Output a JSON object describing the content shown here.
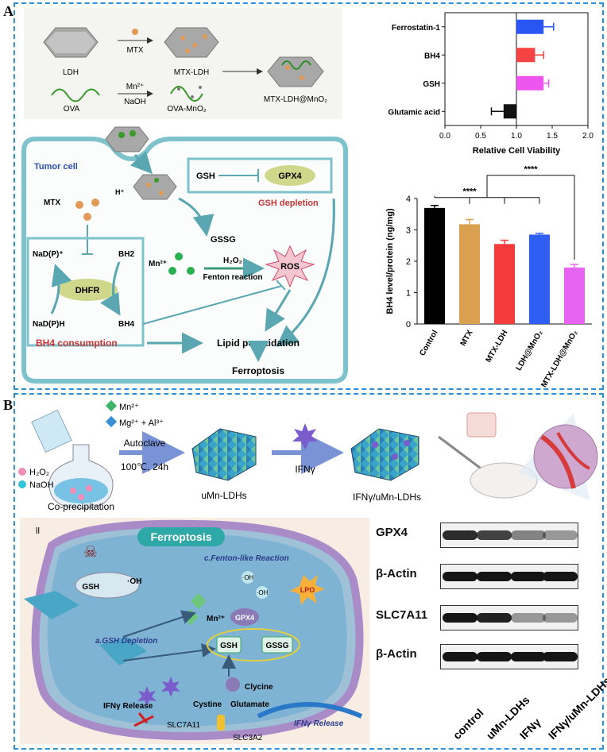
{
  "panels": {
    "a": "A",
    "b": "B"
  },
  "synthesis_a": {
    "ldh": "LDH",
    "mtx": "MTX",
    "mtx_ldh": "MTX-LDH",
    "ova": "OVA",
    "reagents": [
      "Mn²⁺",
      "NaOH"
    ],
    "ova_mno2": "OVA-MnO₂",
    "product": "MTX-LDH@MnO₂"
  },
  "mechanism_a": {
    "tumor_cell": "Tumor cell",
    "h_plus": "H⁺",
    "mtx": "MTX",
    "gsh": "GSH",
    "gpx4": "GPX4",
    "gsh_depletion": "GSH depletion",
    "gssg": "GSSG",
    "nadp_plus": "NaD(P)⁺",
    "bh2": "BH2",
    "dhfr": "DHFR",
    "nadph": "NaD(P)H",
    "bh4": "BH4",
    "mn": "Mn²⁺",
    "h2o2": "H₂O₂",
    "fenton": "Fenton reaction",
    "ros": "ROS",
    "bh4_consumption": "BH4 consumption",
    "lipid": "Lipid peroxidation",
    "ferroptosis": "Ferroptosis"
  },
  "chart_data": [
    {
      "type": "bar",
      "orientation": "horizontal",
      "categories": [
        "Ferrostatin-1",
        "BH4",
        "GSH",
        "Glutamic acid"
      ],
      "values": [
        1.38,
        1.26,
        1.38,
        0.82
      ],
      "errors": [
        0.14,
        0.12,
        0.07,
        0.17
      ],
      "colors": [
        "#2a56f5",
        "#f54242",
        "#ee55ee",
        "#111111"
      ],
      "xlabel": "Relative Cell Viability",
      "xlim": [
        0,
        2.0
      ],
      "xticks": [
        "0.0",
        "0.5",
        "1.0",
        "1.5",
        "2.0"
      ],
      "reference_line": 1.0
    },
    {
      "type": "bar",
      "categories": [
        "Control",
        "MTX",
        "MTX-LDH",
        "LDH@MnO₂",
        "MTX-LDH@MnO₂"
      ],
      "values": [
        3.7,
        3.18,
        2.55,
        2.85,
        1.8
      ],
      "errors": [
        0.08,
        0.15,
        0.12,
        0.04,
        0.1
      ],
      "colors": [
        "#000000",
        "#d9a04f",
        "#f43c3c",
        "#2f5ef5",
        "#e664ef"
      ],
      "ylabel": "BH4 level/protein (ng/mg)",
      "ylim": [
        0,
        4
      ],
      "yticks": [
        "0",
        "1",
        "2",
        "3",
        "4"
      ],
      "significance": [
        "****",
        "****"
      ]
    }
  ],
  "synthesis_b": {
    "mn": "Mn²⁺",
    "mg_al": "Mg²⁺ + Al³⁺",
    "h2o2": "H₂O₂",
    "naoh": "NaOH",
    "coprecip": "Co-precipitation",
    "autoclave": "Autoclave",
    "conditions": "100℃, 24h",
    "umn": "uMn-LDHs",
    "ifn": "IFNγ",
    "ifn_umn": "IFNγ/uMn-LDHs"
  },
  "mechanism_b": {
    "ferroptosis": "Ferroptosis",
    "corner": "ll",
    "fenton_like": "c.Fenton-like Reaction",
    "oh": "·OH",
    "gsh": "GSH",
    "mn": "Mn²⁺",
    "gpx4": "GPX4",
    "lpo": "LPO",
    "gsh_depletion": "a.GSH Depletion",
    "gssg": "GSSG",
    "glycine": "Clycine",
    "ifn_release": "IFNγ Release",
    "cystine": "Cystine",
    "glutamate": "Glutamate",
    "slc7a11": "SLC7A11",
    "slc3a2": "SLC3A2"
  },
  "western_blot": {
    "rows": [
      "GPX4",
      "β-Actin",
      "SLC7A11",
      "β-Actin"
    ],
    "lanes": [
      "control",
      "uMn-LDHs",
      "IFNγ",
      "IFNγ/uMn-LDHs"
    ],
    "intensity": [
      [
        0.9,
        0.8,
        0.5,
        0.4
      ],
      [
        1,
        1,
        1,
        1
      ],
      [
        1,
        0.95,
        0.4,
        0.4
      ],
      [
        1,
        1,
        1,
        1
      ]
    ]
  }
}
